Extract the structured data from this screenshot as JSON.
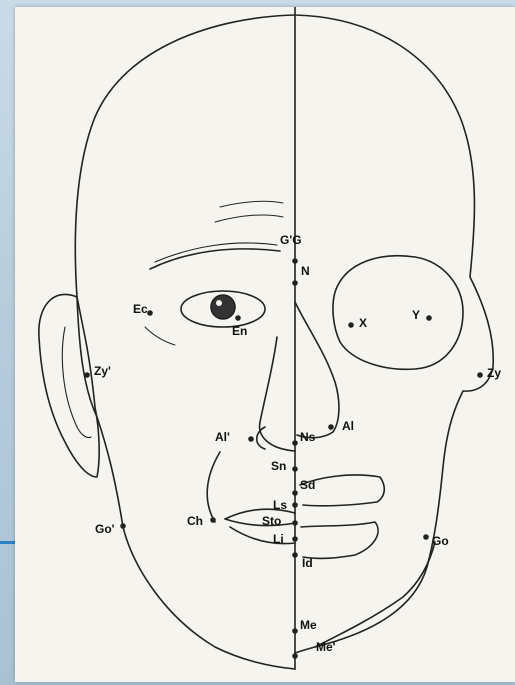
{
  "landmarks": [
    {
      "id": "g-prime-g",
      "label": "G'G"
    },
    {
      "id": "n",
      "label": "N"
    },
    {
      "id": "ec",
      "label": "Ec"
    },
    {
      "id": "en",
      "label": "En"
    },
    {
      "id": "x",
      "label": "X"
    },
    {
      "id": "y",
      "label": "Y"
    },
    {
      "id": "zy-prime",
      "label": "Zy'"
    },
    {
      "id": "zy",
      "label": "Zy"
    },
    {
      "id": "al-prime",
      "label": "Al'"
    },
    {
      "id": "ns",
      "label": "Ns"
    },
    {
      "id": "al",
      "label": "Al"
    },
    {
      "id": "sn",
      "label": "Sn"
    },
    {
      "id": "sd",
      "label": "Sd"
    },
    {
      "id": "ls",
      "label": "Ls"
    },
    {
      "id": "sto",
      "label": "Sto"
    },
    {
      "id": "li",
      "label": "Li"
    },
    {
      "id": "id",
      "label": "Id"
    },
    {
      "id": "ch",
      "label": "Ch"
    },
    {
      "id": "go-prime",
      "label": "Go'"
    },
    {
      "id": "go",
      "label": "Go"
    },
    {
      "id": "me",
      "label": "Me"
    },
    {
      "id": "me-prime",
      "label": "Me'"
    }
  ],
  "colors": {
    "ink": "#222222",
    "paper": "#f6f4ee",
    "accent": "#2e7fc6"
  }
}
